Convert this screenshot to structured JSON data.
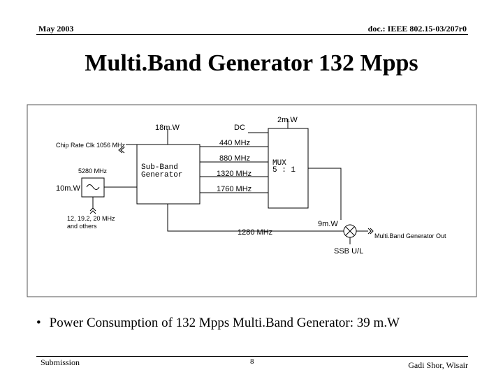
{
  "header": {
    "date": "May 2003",
    "doc": "doc.: IEEE 802.15-03/207r0"
  },
  "title": "Multi.Band Generator 132 Mpps",
  "diagram": {
    "labels": {
      "p18mw": "18m.W",
      "dc": "DC",
      "p2mw": "2m.W",
      "chip_clk": "Chip Rate Clk 1056 MHz",
      "f440": "440 MHz",
      "f880": "880 MHz",
      "f1320": "1320 MHz",
      "f1760": "1760 MHz",
      "f5280": "5280 MHz",
      "p10mw": "10m.W",
      "ref1": "12, 19.2, 20 MHz",
      "ref2": "and others",
      "subband1": "Sub-Band",
      "subband2": "Generator",
      "mux1": "MUX",
      "mux2": "5 : 1",
      "p9mw": "9m.W",
      "f1280": "1280 MHz",
      "out": "Multi.Band Generator Out",
      "ssb": "SSB U/L"
    }
  },
  "bullet": "Power Consumption of 132 Mpps Multi.Band Generator: 39 m.W",
  "footer": {
    "left": "Submission",
    "page": "8",
    "right": "Gadi Shor, Wisair"
  }
}
